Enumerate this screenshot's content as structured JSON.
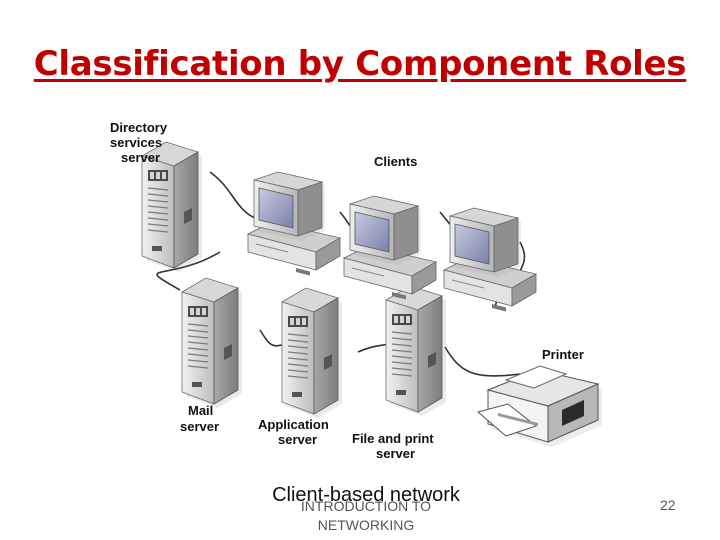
{
  "slide": {
    "title": "Classification by Component Roles",
    "caption": "Client-based network",
    "footer_line1": "INTRODUCTION TO",
    "footer_line2": "NETWORKING",
    "page_number": "22"
  },
  "diagram": {
    "labels": {
      "directory_line1": "Directory",
      "directory_line2": "services",
      "directory_line3": "server",
      "clients": "Clients",
      "printer": "Printer",
      "mail_line1": "Mail",
      "mail_line2": "server",
      "application_line1": "Application",
      "application_line2": "server",
      "fileprint_line1": "File and print",
      "fileprint_line2": "server"
    }
  },
  "colors": {
    "title": "#c00000",
    "case_light": "#e8e8e8",
    "case_dark": "#9a9a9a",
    "screen": "#8a8fb5",
    "cable": "#333333"
  },
  "icons": [
    "server-tower-icon",
    "desktop-computer-icon",
    "printer-icon"
  ]
}
